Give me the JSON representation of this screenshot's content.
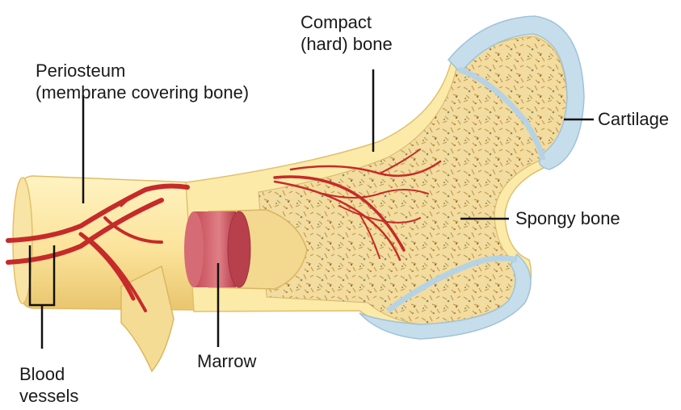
{
  "labels": {
    "periosteum": {
      "line1": "Periosteum",
      "line2": "(membrane covering bone)"
    },
    "compact_bone": {
      "line1": "Compact",
      "line2": "(hard) bone"
    },
    "cartilage": "Cartilage",
    "spongy_bone": "Spongy bone",
    "marrow": "Marrow",
    "blood_vessels": {
      "line1": "Blood",
      "line2": "vessels"
    }
  },
  "colors": {
    "bone_outer": "#fbe9a8",
    "bone_shade": "#e8cd7a",
    "spongy": "#f1d99a",
    "cartilage": "#c4dcea",
    "marrow": "#cf5a63",
    "vessels": "#c62a2a",
    "leader": "#111111"
  }
}
